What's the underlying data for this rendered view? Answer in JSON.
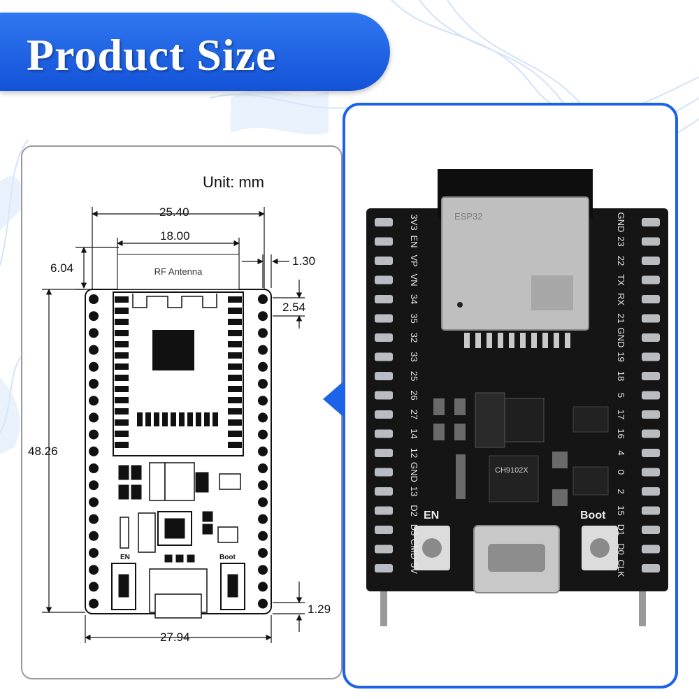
{
  "banner": {
    "title": "Product Size"
  },
  "diagram": {
    "unit_label": "Unit: mm",
    "dimensions": {
      "width_total": "25.40",
      "antenna_width": "18.00",
      "antenna_height": "6.04",
      "edge_margin": "1.30",
      "pin_pitch": "2.54",
      "board_height": "48.26",
      "bottom_margin": "1.29",
      "board_width": "27.94"
    },
    "antenna_label": "RF Antenna",
    "button_labels": {
      "en": "EN",
      "boot": "Boot"
    }
  },
  "board_photo": {
    "module_label": "ESP32",
    "chip_label": "CH9102X",
    "button_labels": {
      "en": "EN",
      "boot": "Boot"
    },
    "left_pins": [
      "3V3",
      "EN",
      "VP",
      "VN",
      "34",
      "35",
      "32",
      "33",
      "25",
      "26",
      "27",
      "14",
      "12",
      "GND",
      "13",
      "D2",
      "D3",
      "CMD",
      "5V"
    ],
    "right_pins": [
      "GND",
      "23",
      "22",
      "TX",
      "RX",
      "21",
      "GND",
      "19",
      "18",
      "5",
      "17",
      "16",
      "4",
      "0",
      "2",
      "15",
      "D1",
      "D0",
      "CLK"
    ]
  },
  "colors": {
    "accent": "#1d63e8",
    "pcb": "#151515",
    "pin": "#b9bcc0"
  }
}
